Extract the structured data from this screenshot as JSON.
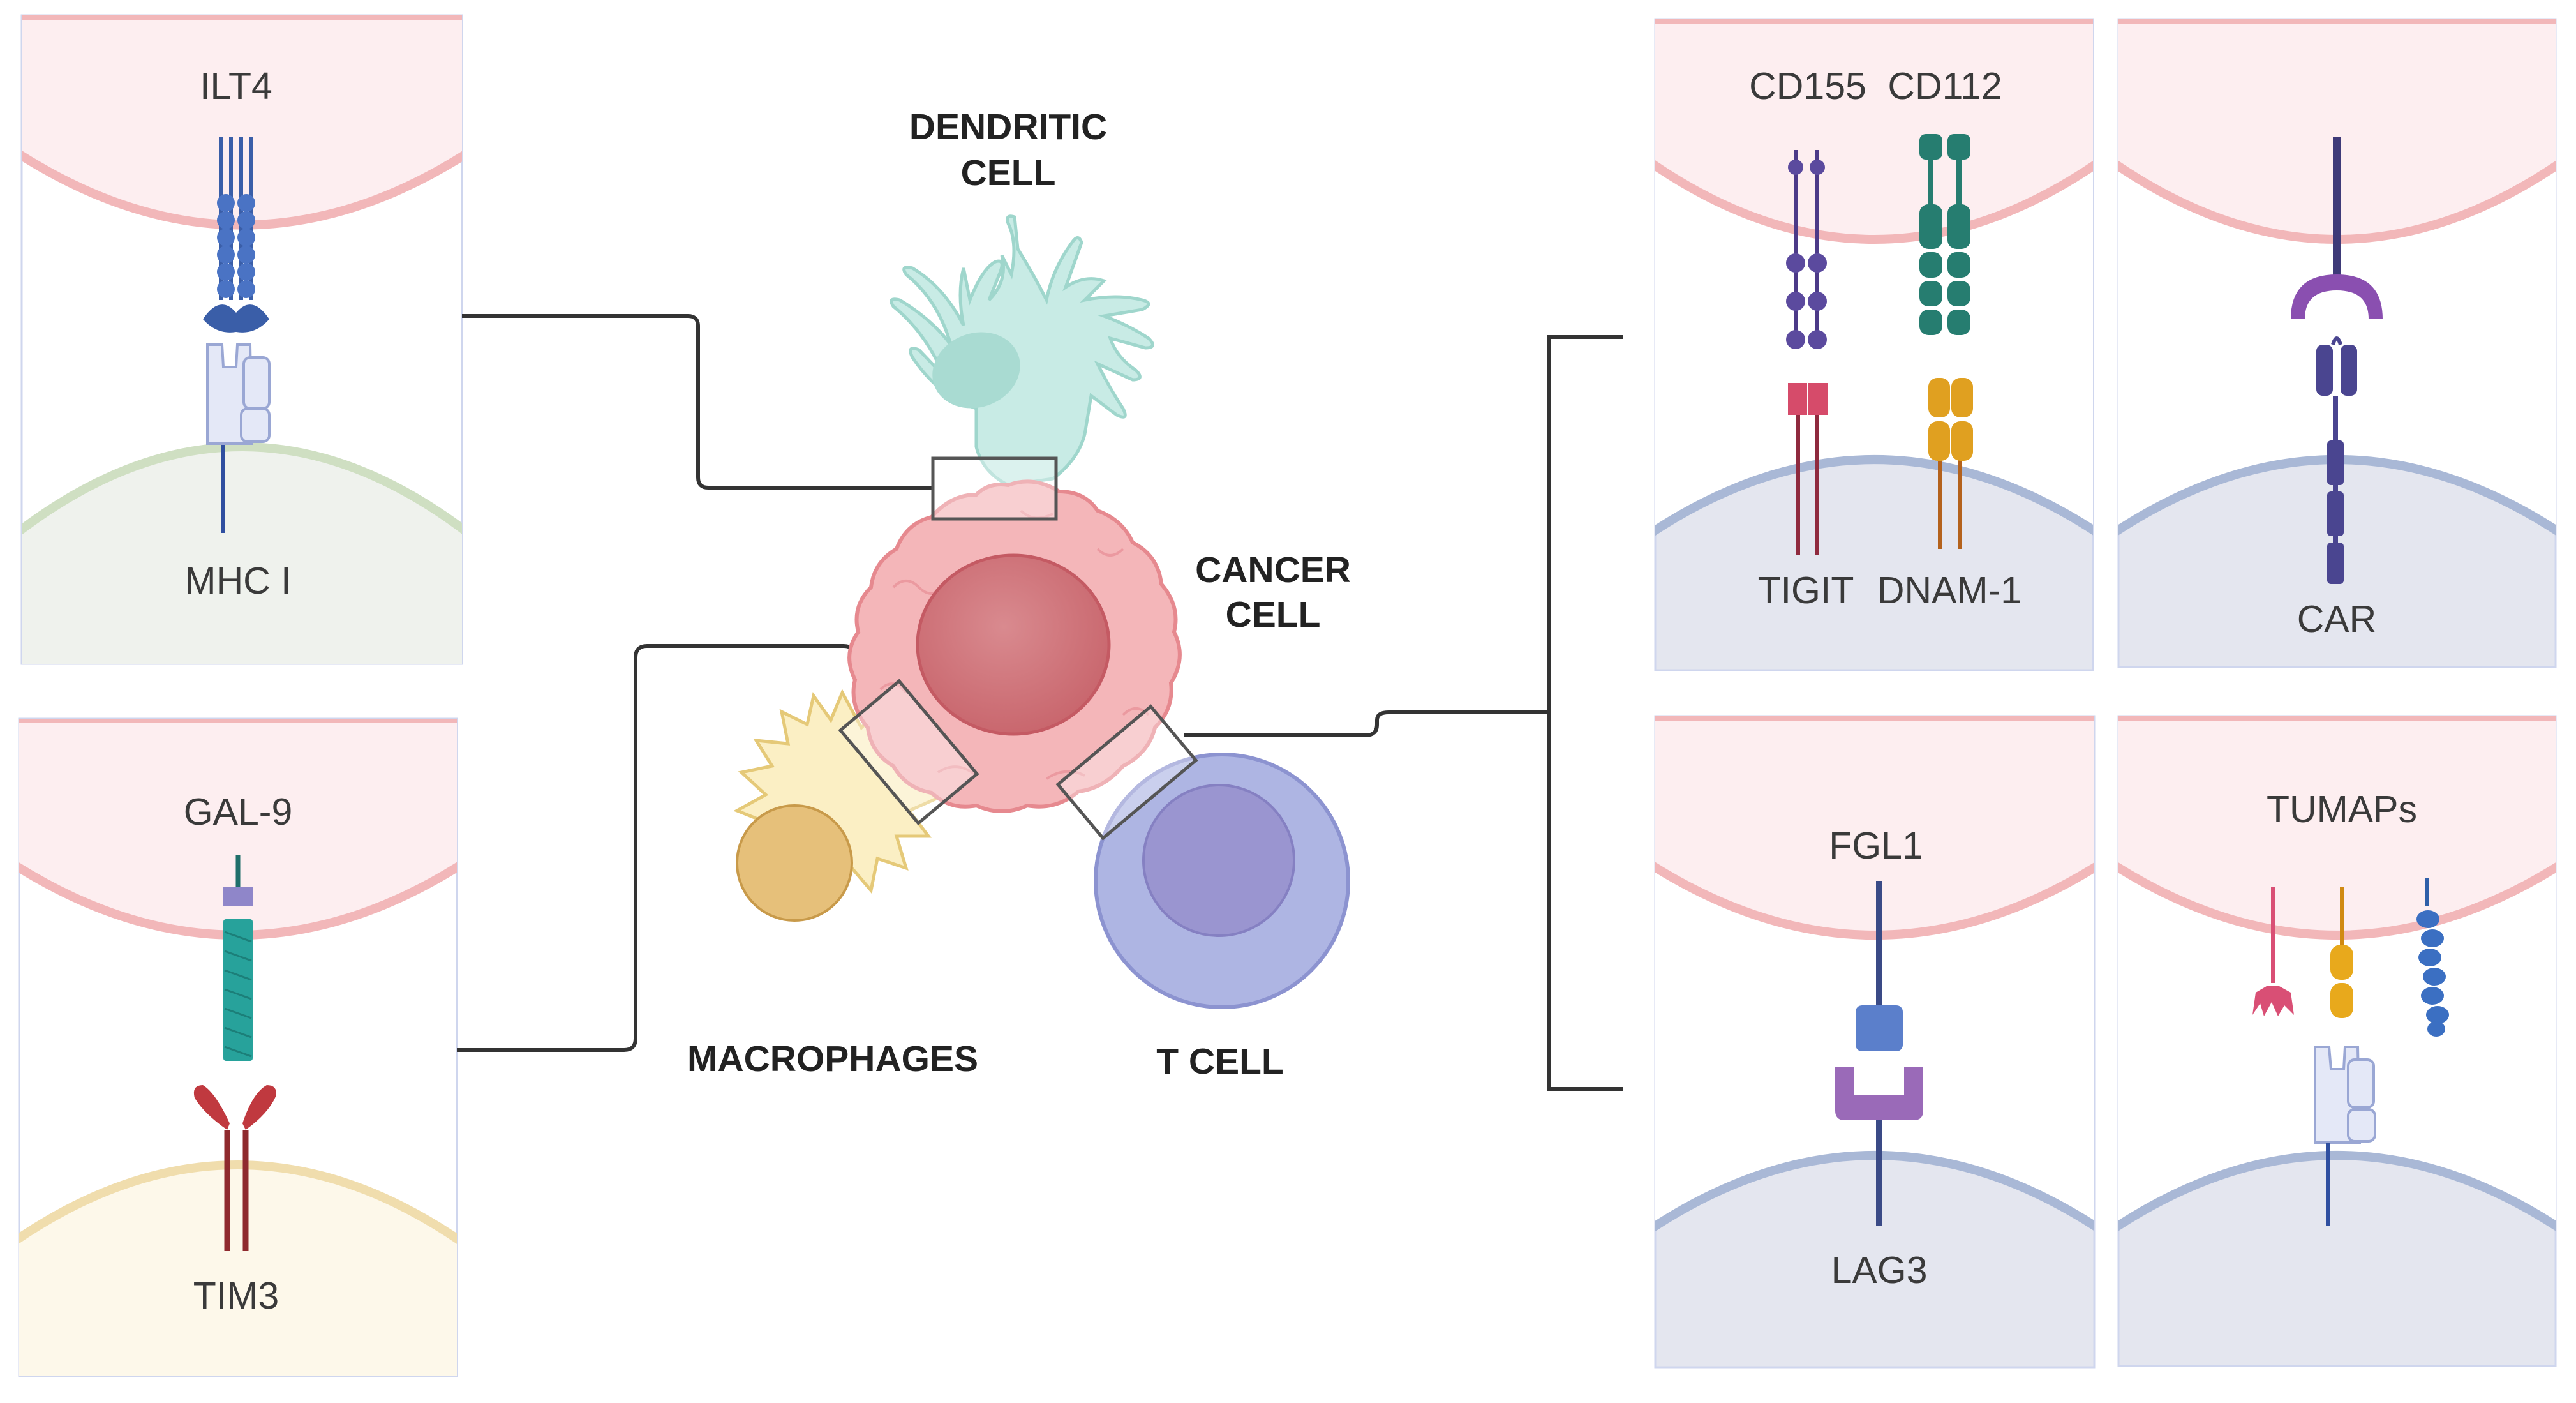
{
  "cells": {
    "dendritic": [
      "DENDRITIC",
      "CELL"
    ],
    "cancer": [
      "CANCER",
      "CELL"
    ],
    "macrophages": "MACROPHAGES",
    "t_cell": "T CELL"
  },
  "panels": {
    "ilt4": {
      "top_label": "ILT4",
      "bottom_label": "MHC I"
    },
    "gal9": {
      "top_label": "GAL-9",
      "bottom_label": "TIM3"
    },
    "tigit": {
      "top_labels": [
        "CD155",
        "CD112"
      ],
      "bottom_labels": [
        "TIGIT",
        "DNAM-1"
      ]
    },
    "car": {
      "bottom_label": "CAR"
    },
    "fgl1": {
      "top_label": "FGL1",
      "bottom_label": "LAG3"
    },
    "tumaps": {
      "top_label": "TUMAPs"
    }
  },
  "colors": {
    "cancer_membrane": "#f2b7b9",
    "cancer_fill": "#fdeef0",
    "t_cell_fill": "#e4e6ef",
    "t_cell_membrane": "#a9b8d6",
    "dendritic": "#b7e0d9",
    "macrophage": "#f7e6a6",
    "connector": "#333333"
  }
}
